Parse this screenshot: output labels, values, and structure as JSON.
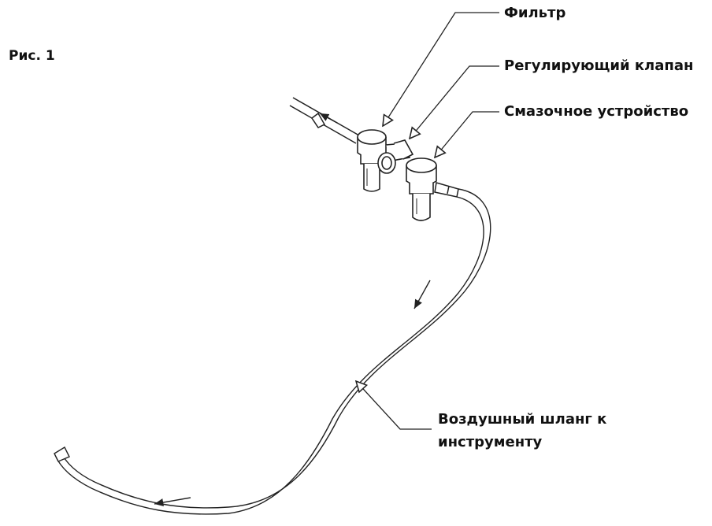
{
  "figure_label": "Рис. 1",
  "labels": {
    "filter": "Фильтр",
    "regulating_valve": "Регулирующий клапан",
    "lubricator": "Смазочное устройство",
    "air_hose_line1": "Воздушный шланг к",
    "air_hose_line2": "инструменту"
  },
  "colors": {
    "line": "#222222",
    "text": "#111111",
    "background": "#ffffff"
  }
}
